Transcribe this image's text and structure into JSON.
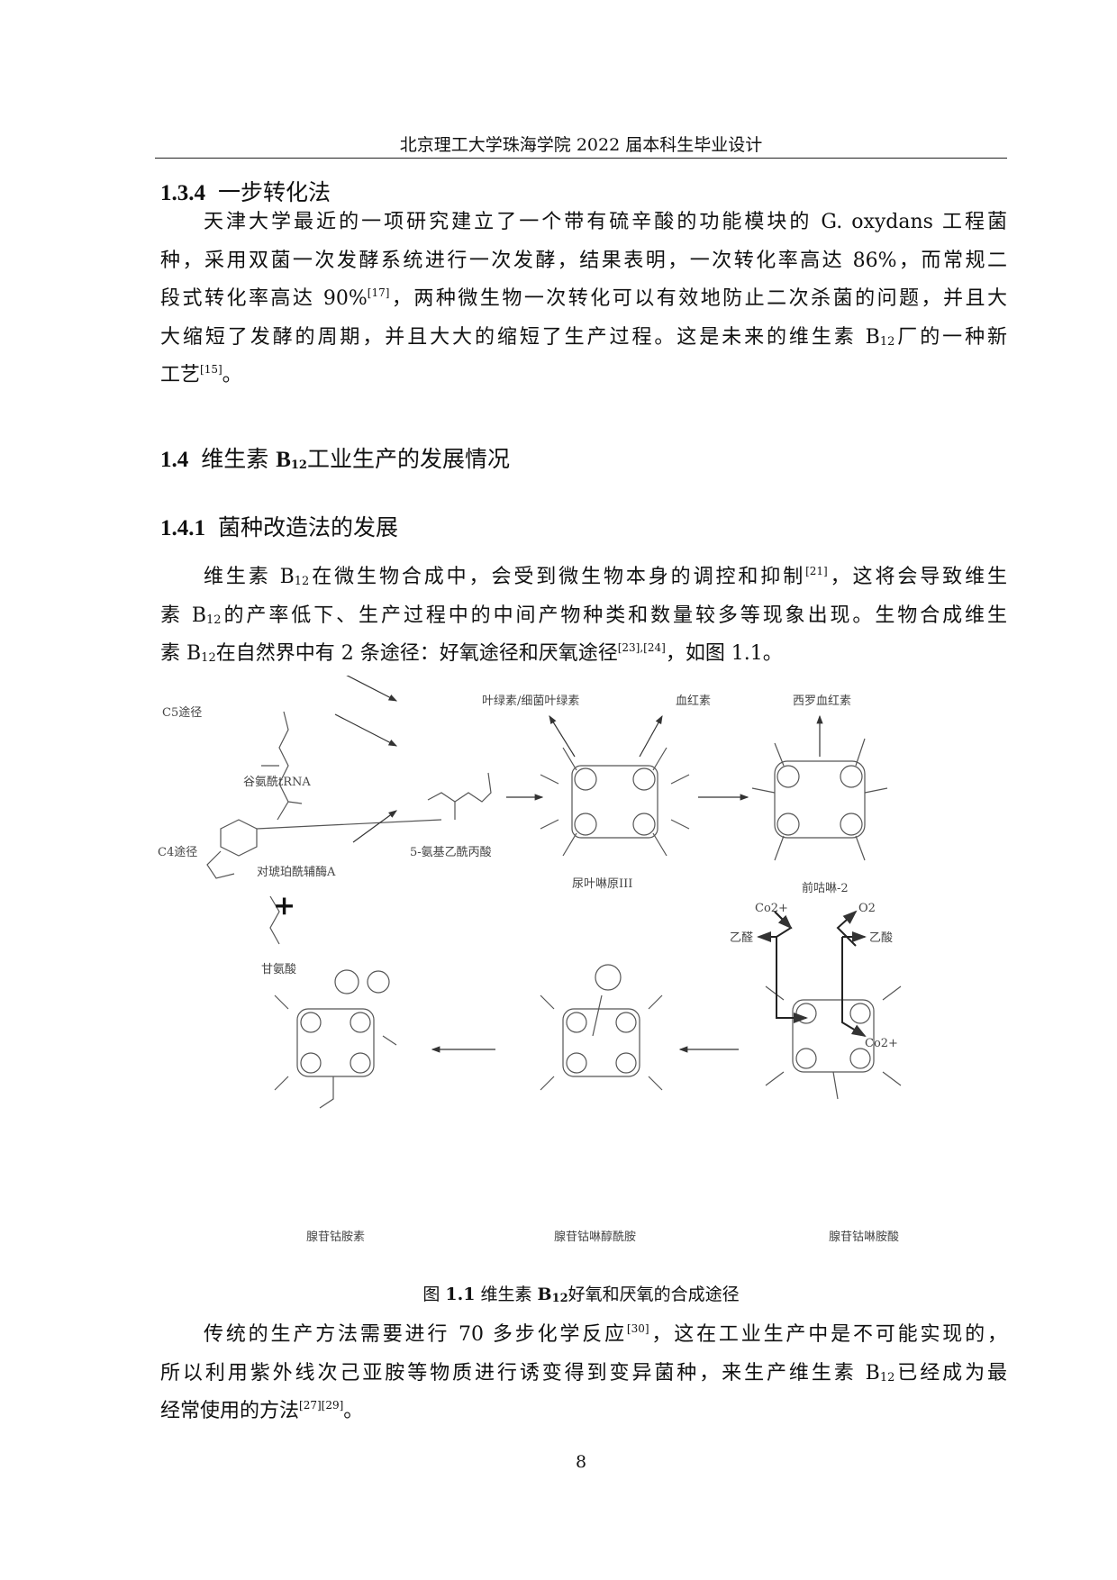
{
  "header": "北京理工大学珠海学院 2022 届本科生毕业设计",
  "s134": {
    "num": "1.3.4",
    "title": "一步转化法",
    "lines": [
      "天津大学最近的一项研究建立了一个带有硫辛酸的功能模块的 G. oxydans 工程菌",
      "种，采用双菌一次发酵系统进行一次发酵，结果表明，一次转化率高达 86%，而常规二",
      "段式转化率高达 90%",
      "[17]",
      "，两种微生物一次转化可以有效地防止二次杀菌的问题，并且大",
      "大缩短了发酵的周期，并且大大的缩短了生产过程。这是未来的维生素 B",
      "12",
      "厂的一种新",
      "工艺",
      "[15]",
      "。"
    ]
  },
  "s14": {
    "num": "1.4",
    "title_a": "维生素 ",
    "title_b": "B",
    "title_sub": "12",
    "title_c": "工业生产的发展情况"
  },
  "s141": {
    "num": "1.4.1",
    "title": "菌种改造法的发展",
    "l1": [
      "维生素 B",
      "12",
      "在微生物合成中，会受到微生物本身的调控和抑制",
      "[21]",
      "，这将会导致维生"
    ],
    "l2": [
      "素 B",
      "12",
      "的产率低下、生产过程中的中间产物种类和数量较多等现象出现。生物合成维生"
    ],
    "l3": [
      "素 B",
      "12",
      "在自然界中有 2 条途径：好氧途径和厌氧途径",
      "[23],[24]",
      "，如图 1.1。"
    ]
  },
  "figure": {
    "labels": {
      "c5": "C5途径",
      "glu_trna": "谷氨酰tRNA",
      "c4": "C4途径",
      "succ_coa": "对琥珀酰辅酶A",
      "plus": "+",
      "glycine": "甘氨酸",
      "ala": "5-氨基乙酰丙酸",
      "chl": "叶绿素/细菌叶绿素",
      "heme": "血红素",
      "uro": "尿叶啉原III",
      "siro": "西罗血红素",
      "pre": "前咕啉-2",
      "co1": "Co2+",
      "acetald": "乙醛",
      "o2": "O2",
      "acetic": "乙酸",
      "co2": "Co2+",
      "adocbl": "腺苷钴胺素",
      "cbi": "腺苷钴啉醇酰胺",
      "cby": "腺苷钴啉胺酸"
    }
  },
  "caption": {
    "a": "图 ",
    "b": "1.1",
    "c": "  维生素 ",
    "d": "B",
    "sub": "12",
    "e": "好氧和厌氧的合成途径"
  },
  "p2": {
    "l1": [
      "传统的生产方法需要进行 70 多步化学反应",
      "[30]",
      "，这在工业生产中是不可能实现的，"
    ],
    "l2": [
      "所以利用紫外线次己亚胺等物质进行诱变得到变异菌种，来生产维生素 B",
      "12",
      "已经成为最"
    ],
    "l3": [
      "经常使用的方法",
      "[27][29]",
      "。"
    ]
  },
  "page_number": "8"
}
